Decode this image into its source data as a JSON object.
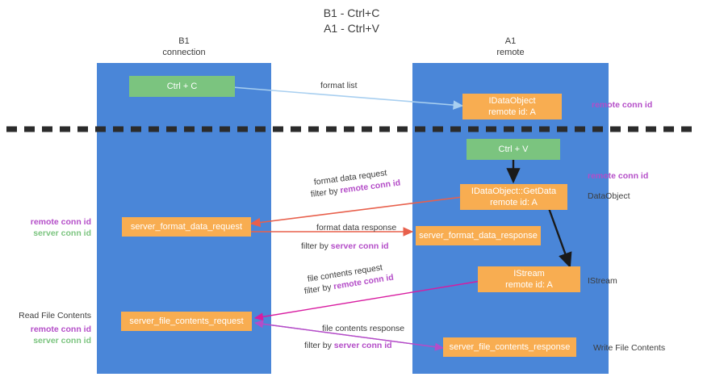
{
  "title": {
    "line1": "B1 - Ctrl+C",
    "line2": "A1 - Ctrl+V"
  },
  "lanes": [
    {
      "id": "b1",
      "name": "B1",
      "role": "connection"
    },
    {
      "id": "a1",
      "name": "A1",
      "role": "remote"
    }
  ],
  "colors": {
    "lane": "#4a86d8",
    "box_green": "#7bc47f",
    "box_orange": "#f8ad51",
    "accent_purple": "#b44dc8",
    "accent_green": "#7bc47f",
    "arrow_blue": "#a8cff0",
    "arrow_red": "#e8604c",
    "arrow_magenta": "#d81ba0",
    "arrow_violet": "#b44dc8",
    "arrow_black": "#1a1a1a",
    "text": "#3c3c3c"
  },
  "boxes": {
    "ctrl_c": {
      "label": "Ctrl + C"
    },
    "idataobject": {
      "line1": "IDataObject",
      "line2": "remote id: A"
    },
    "ctrl_v": {
      "label": "Ctrl + V"
    },
    "getdata": {
      "line1": "IDataObject::GetData",
      "line2": "remote id: A"
    },
    "format_data_request": {
      "label": "server_format_data_request"
    },
    "format_data_response": {
      "label": "server_format_data_response"
    },
    "istream": {
      "line1": "IStream",
      "line2": "remote id: A"
    },
    "file_contents_request": {
      "label": "server_file_contents_request"
    },
    "file_contents_response": {
      "label": "server_file_contents_response"
    }
  },
  "edge_labels": {
    "format_list": "format list",
    "format_data_request": "format data request",
    "format_data_request_filter_prefix": "filter by ",
    "format_data_request_filter_key": "remote conn id",
    "format_data_response": "format data response",
    "format_data_response_filter_prefix": "filter by ",
    "format_data_response_filter_key": "server conn id",
    "file_contents_request": "file contents request",
    "file_contents_request_filter_prefix": "filter by ",
    "file_contents_request_filter_key": "remote conn id",
    "file_contents_response": "file contents response",
    "file_contents_response_filter_prefix": "filter by ",
    "file_contents_response_filter_key": "server conn id"
  },
  "side_labels": {
    "right_remote_conn_id_top": "remote conn id",
    "right_remote_conn_id_mid": "remote conn id",
    "right_dataobject": "DataObject",
    "right_istream": "IStream",
    "right_write_file_contents": "Write File Contents",
    "left_remote_conn_id": "remote conn id",
    "left_server_conn_id": "server conn id",
    "left_read_file_contents": "Read File Contents",
    "left_remote_conn_id_2": "remote conn id",
    "left_server_conn_id_2": "server conn id"
  }
}
